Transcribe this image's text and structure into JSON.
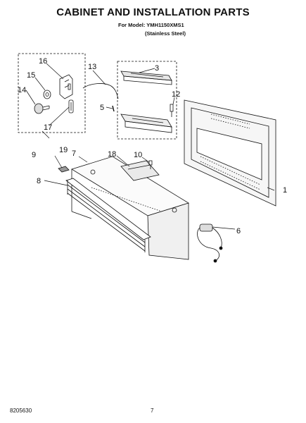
{
  "header": {
    "title": "CABINET AND INSTALLATION PARTS",
    "model_line": "For Model: YMH1150XMS1",
    "finish_line": "(Stainless Steel)"
  },
  "callouts": {
    "c1": "1",
    "c3": "3",
    "c5": "5",
    "c6": "6",
    "c7": "7",
    "c8": "8",
    "c9": "9",
    "c10": "10",
    "c12": "12",
    "c13": "13",
    "c14": "14",
    "c15": "15",
    "c16": "16",
    "c17": "17",
    "c18": "18",
    "c19": "19"
  },
  "footer": {
    "doc_number": "8205630",
    "page_number": "7"
  }
}
